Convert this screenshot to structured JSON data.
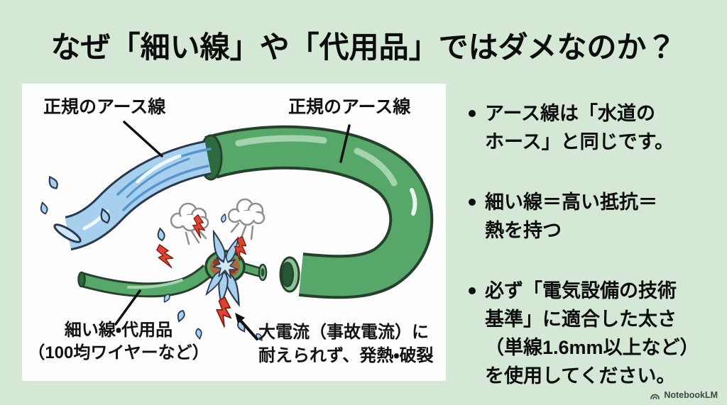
{
  "slide": {
    "title": "なぜ「細い線」や「代用品」ではダメなのか？",
    "background_color": "#d5e8d5",
    "panel_color": "#fdfefd"
  },
  "diagram": {
    "labels": {
      "top_left": "正規のアース線",
      "top_right": "正規のアース線",
      "bottom_left": "細い線・代用品\n（100均ワイヤーなど）",
      "bottom_right": "大電流（事故電流）に\n耐えられず、発熱・破裂"
    },
    "colors": {
      "hose_green": "#58a76a",
      "hose_outline": "#27402c",
      "hose_highlight": "#a4d4ad",
      "water_blue": "#a6d0ee",
      "water_streak": "#5795cc",
      "water_outline": "#2b3950",
      "burn_brown": "#a8693c",
      "burn_dark": "#8c3a22",
      "lightning_red": "#dd4330",
      "steam_gray": "#8e8e8e"
    }
  },
  "bullets": [
    {
      "text": "アース線は「水道の\nホース」と同じです。"
    },
    {
      "text": "細い線＝高い抵抗＝\n熱を持つ"
    },
    {
      "text": "必ず「電気設備の技術\n基準」に適合した太さ\n（単線1.6mm以上など）\nを使用してください。"
    }
  ],
  "footer": {
    "brand": "NotebookLM"
  }
}
